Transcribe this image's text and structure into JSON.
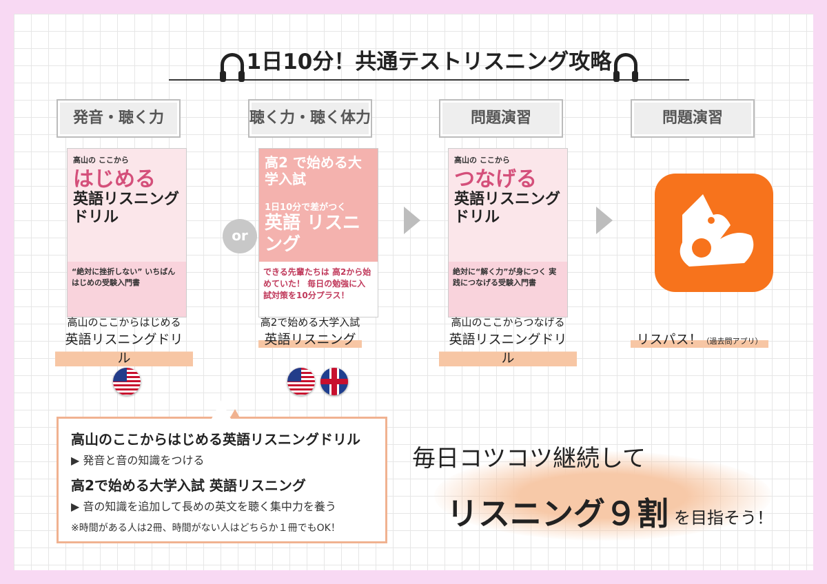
{
  "title": "1日10分！共通テストリスニング攻略",
  "stages": [
    "発音・聴く力",
    "聴く力・聴く体力",
    "問題演習",
    "問題演習"
  ],
  "or_label": "or",
  "books": [
    {
      "cover_top": "高山の ここから",
      "cover_main": "はじめる",
      "cover_sub": "英語リスニング ドリル",
      "cover_band": "“絶対に挫折しない” いちばんはじめの受験入門書",
      "caption_l1": "高山のここからはじめる",
      "caption_l2": "英語リスニングドリル"
    },
    {
      "cover_top": "高2 で始める大学入試",
      "cover_main": "1日10分で差がつく",
      "cover_sub": "英語 リスニング",
      "cover_band": "できる先輩たちは 高2から始めていた！ 毎日の勉強に入試対策を10分プラス！",
      "caption_l1": "高2で始める大学入試",
      "caption_l2": "英語リスニング"
    },
    {
      "cover_top": "高山の ここから",
      "cover_main": "つなげる",
      "cover_sub": "英語リスニング ドリル",
      "cover_band": "絶対に“解く力”が身につく 実践につなげる受験入門書",
      "caption_l1": "高山のここからつなげる",
      "caption_l2": "英語リスニングドリル"
    }
  ],
  "app": {
    "caption": "リスパス！",
    "caption_note": "（過去問アプリ）",
    "color": "#f7731c"
  },
  "flags": [
    [
      "us"
    ],
    [
      "us",
      "uk"
    ]
  ],
  "box": {
    "h1": "高山のここからはじめる英語リスニングドリル",
    "d1": "▶ 発音と音の知識をつける",
    "h2": "高2で始める大学入試 英語リスニング",
    "d2": "▶ 音の知識を追加して長めの英文を聴く集中力を養う",
    "note": "※時間がある人は2冊、時間がない人はどちらか１冊でもOK！"
  },
  "slogan": {
    "line1": "毎日コツコツ継続して",
    "big": "リスニング９割",
    "tail": "を目指そう！"
  }
}
